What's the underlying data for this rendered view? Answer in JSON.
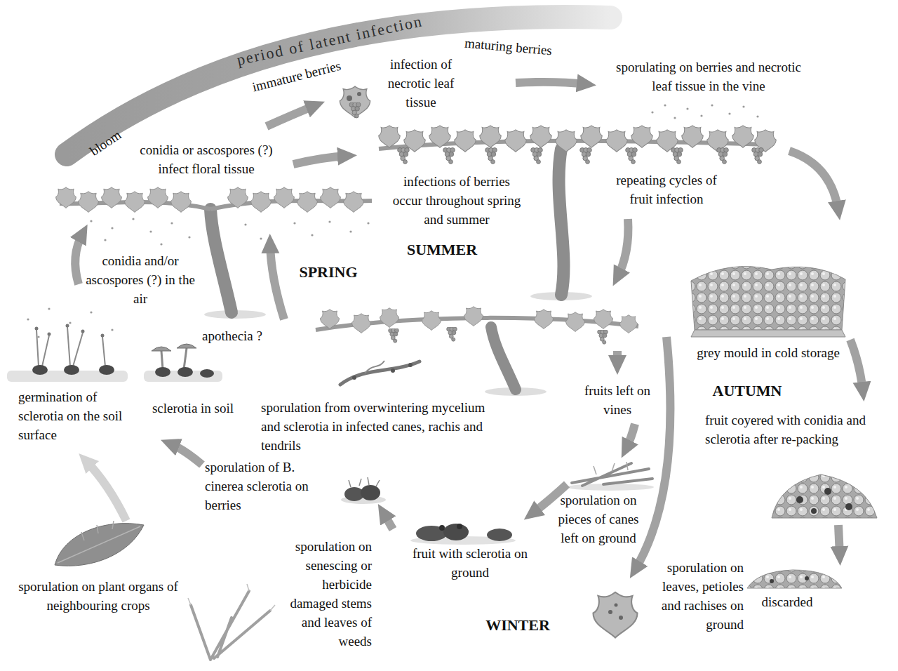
{
  "diagram": {
    "labels": [
      "period of latent infection",
      "bloom",
      "immature berries",
      "maturing berries",
      "infection of necrotic leaf tissue",
      "sporulating on berries and necrotic leaf tissue in the vine",
      "conidia or ascospores (?) infect floral tissue",
      "infections of berries occur throughout spring and summer",
      "repeating cycles of fruit infection",
      "SUMMER",
      "conidia and/or ascospores (?) in the air",
      "SPRING",
      "apothecia ?",
      "grey mould in cold storage",
      "fruits left on vines",
      "AUTUMN",
      "germination of sclerotia on the soil surface",
      "sclerotia in soil",
      "sporulation from overwintering mycelium and sclerotia in infected canes, rachis and tendrils",
      "fruit coyered with conidia and sclerotia after re-packing",
      "sporulation of B. cinerea sclerotia on berries",
      "sporulation on pieces of canes left on ground",
      "sporulation on senescing or herbicide damaged stems and leaves of weeds",
      "fruit with sclerotia on ground",
      "sporulation on leaves, petioles and rachises on ground",
      "discarded",
      "sporulation on plant organs of neighbouring crops",
      "WINTER"
    ]
  }
}
